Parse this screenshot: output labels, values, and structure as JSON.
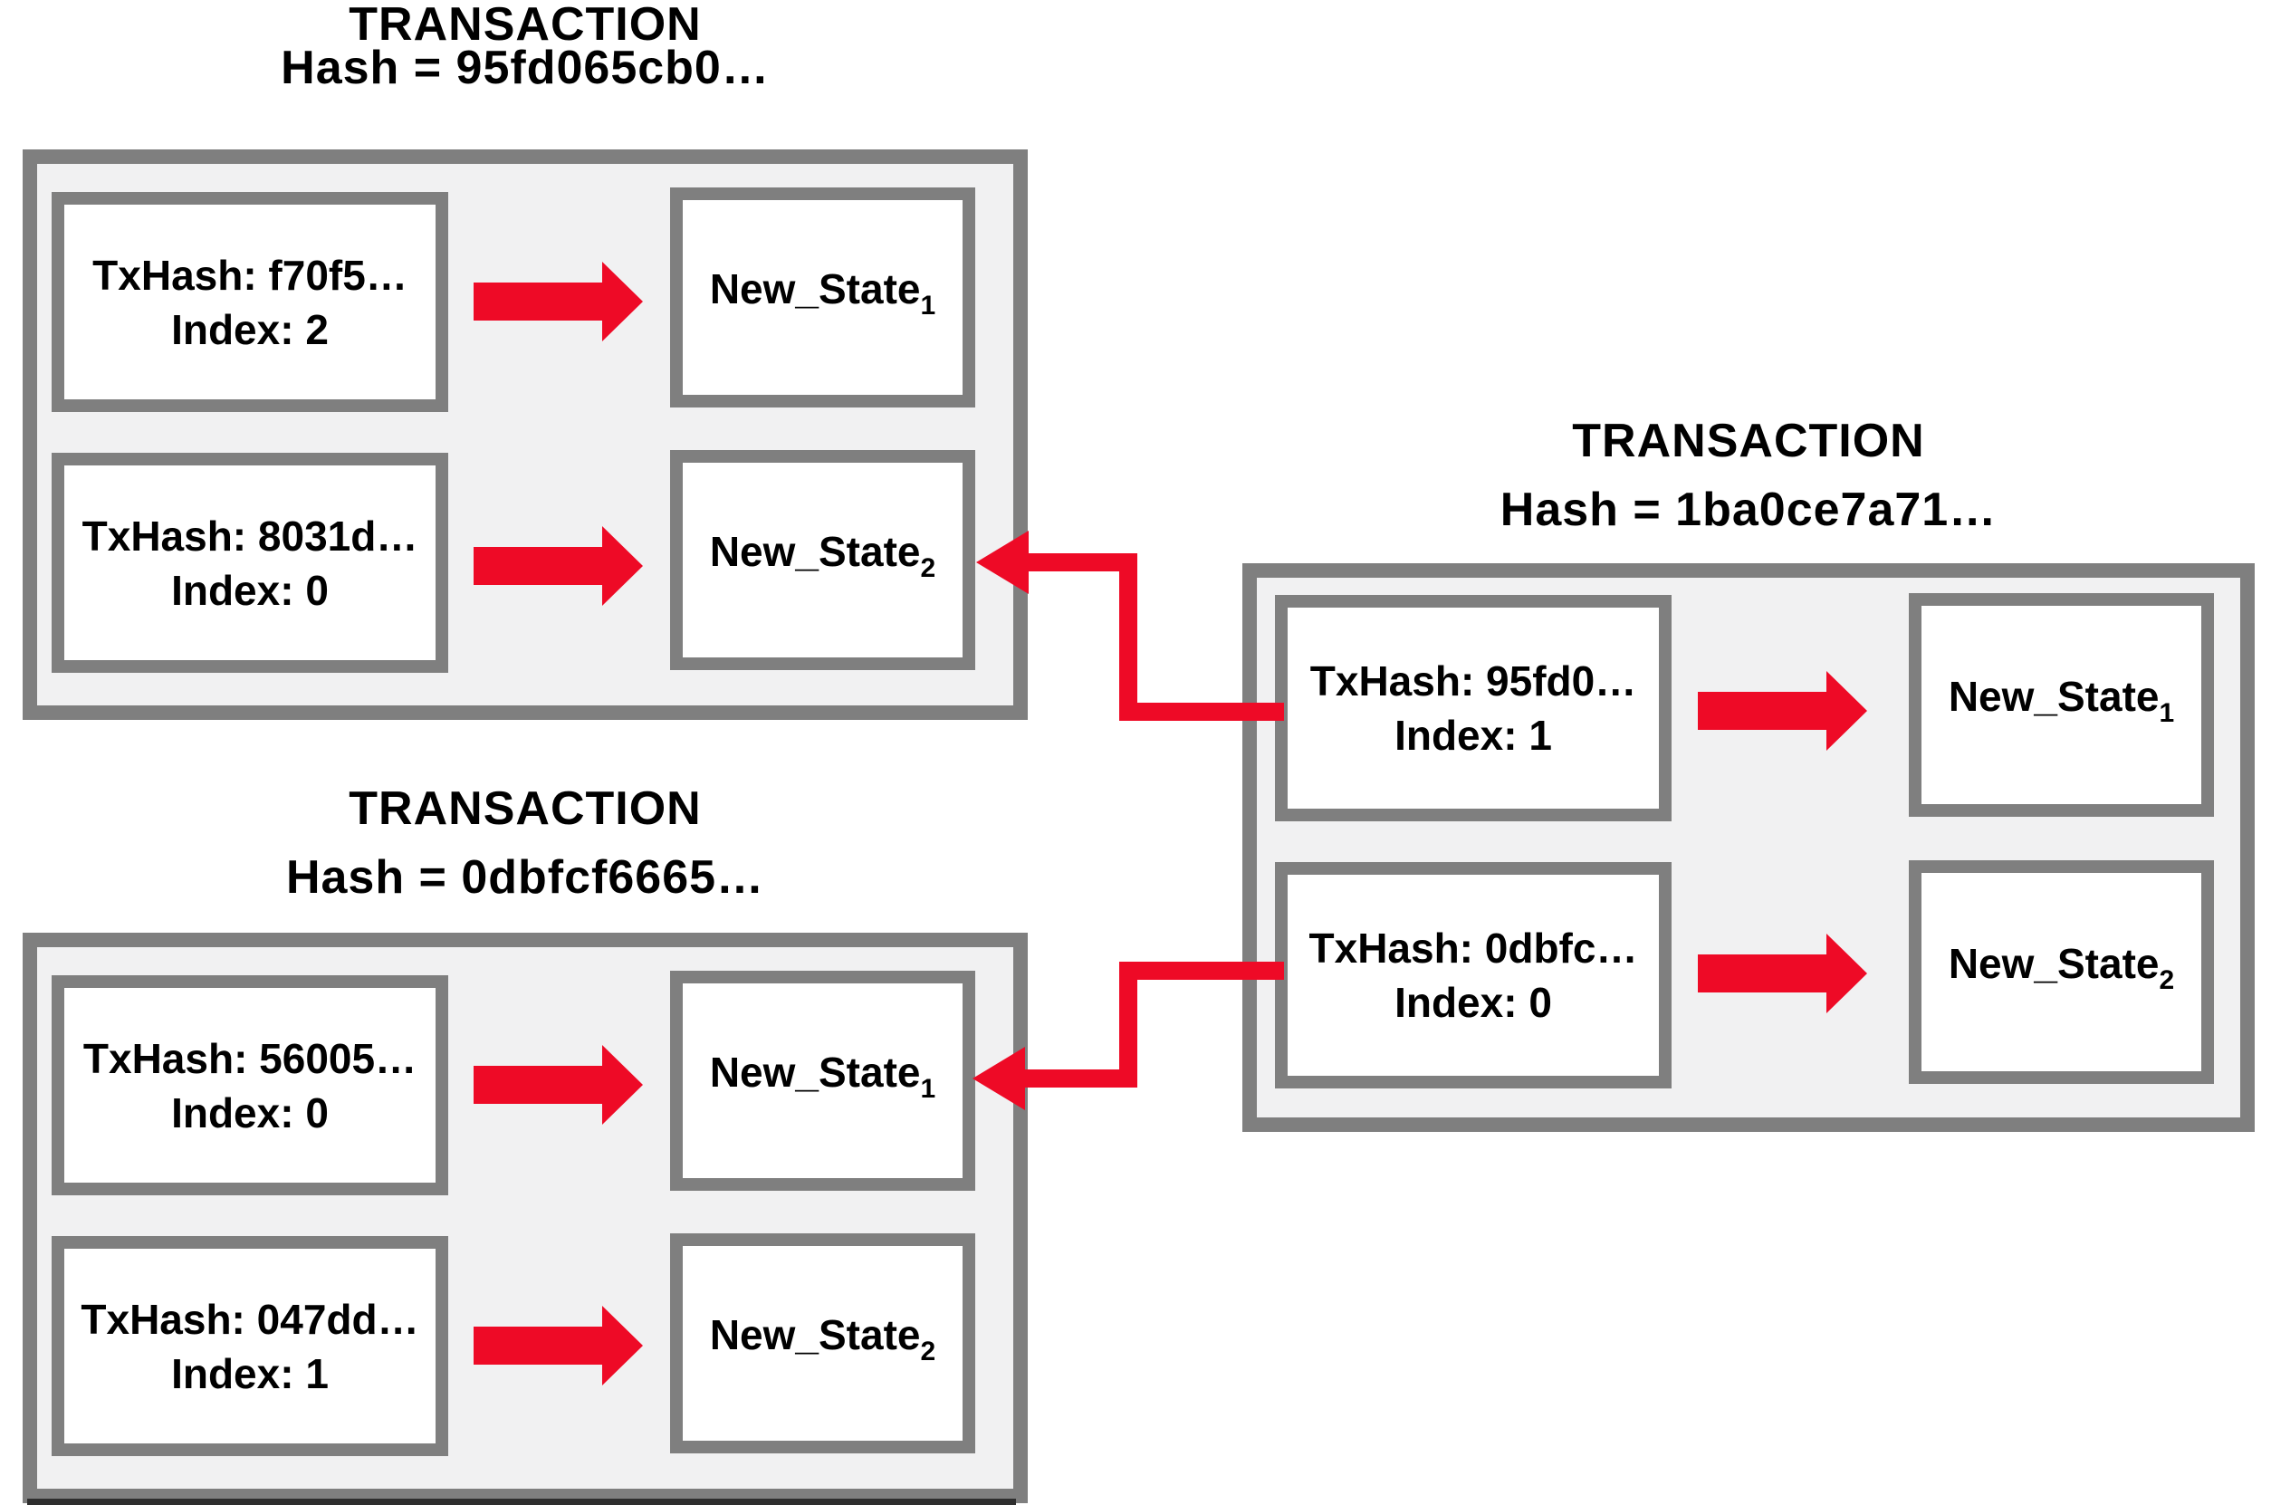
{
  "colors": {
    "border_gray": "#7f7f7f",
    "panel_bg": "#f1f1f2",
    "arrow_red": "#ee0a26",
    "text_black": "#000000",
    "box_white": "#ffffff"
  },
  "transactions": [
    {
      "position": "top-left",
      "title": "TRANSACTION",
      "hash": "Hash = 95fd065cb0…",
      "inputs": [
        {
          "tx_hash": "TxHash: f70f5…",
          "index": "Index: 2"
        },
        {
          "tx_hash": "TxHash: 8031d…",
          "index": "Index: 0"
        }
      ],
      "outputs": [
        {
          "name": "New_State",
          "subscript": "1"
        },
        {
          "name": "New_State",
          "subscript": "2"
        }
      ]
    },
    {
      "position": "bottom-left",
      "title": "TRANSACTION",
      "hash": "Hash = 0dbfcf6665…",
      "inputs": [
        {
          "tx_hash": "TxHash: 56005…",
          "index": "Index: 0"
        },
        {
          "tx_hash": "TxHash: 047dd…",
          "index": "Index: 1"
        }
      ],
      "outputs": [
        {
          "name": "New_State",
          "subscript": "1"
        },
        {
          "name": "New_State",
          "subscript": "2"
        }
      ]
    },
    {
      "position": "right",
      "title": "TRANSACTION",
      "hash": "Hash = 1ba0ce7a71…",
      "inputs": [
        {
          "tx_hash": "TxHash: 95fd0…",
          "index": "Index: 1"
        },
        {
          "tx_hash": "TxHash: 0dbfc…",
          "index": "Index: 0"
        }
      ],
      "outputs": [
        {
          "name": "New_State",
          "subscript": "1"
        },
        {
          "name": "New_State",
          "subscript": "2"
        }
      ]
    }
  ]
}
